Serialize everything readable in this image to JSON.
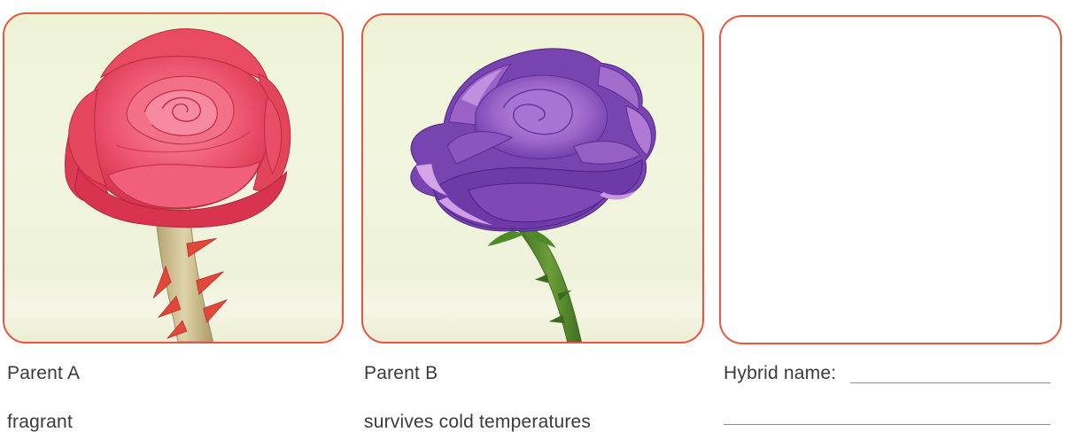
{
  "colors": {
    "panel_border": "#e8563f",
    "text": "#3a3a3a",
    "blank_panel_bg": "#ffffff"
  },
  "panels": [
    {
      "caption": "Parent A",
      "trait": "fragrant",
      "illustration": "red-rose-icon"
    },
    {
      "caption": "Parent B",
      "trait": "survives cold temperatures",
      "illustration": "purple-rose-icon"
    },
    {
      "caption": "Hybrid name:",
      "illustration": "blank-drawing-area"
    }
  ]
}
